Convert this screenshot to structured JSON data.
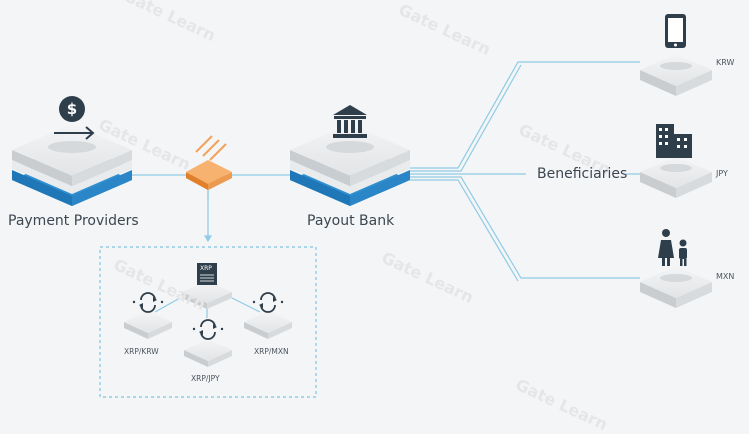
{
  "diagram": {
    "nodes": {
      "payment_providers": {
        "label": "Payment Providers"
      },
      "payout_bank": {
        "label": "Payout Bank"
      },
      "beneficiaries": {
        "label": "Beneficiaries"
      },
      "krw": {
        "label": "KRW"
      },
      "jpy": {
        "label": "JPY"
      },
      "mxn": {
        "label": "MXN"
      },
      "xrp_ledger": {
        "label": "XRP"
      },
      "xrp_krw": {
        "label": "XRP/KRW"
      },
      "xrp_jpy": {
        "label": "XRP/JPY"
      },
      "xrp_mxn": {
        "label": "XRP/MXN"
      }
    },
    "watermark": "Gate Learn",
    "colors": {
      "line": "#8ecbe6",
      "dash": "#7ec3e3",
      "platform_top": "#e7e9ea",
      "platform_side": "#c9cdd0",
      "blue_band": "#2f8fd0",
      "blue_band_light": "#62b8e8",
      "orange": "#f2a35b",
      "icon": "#2f3e4b"
    }
  }
}
